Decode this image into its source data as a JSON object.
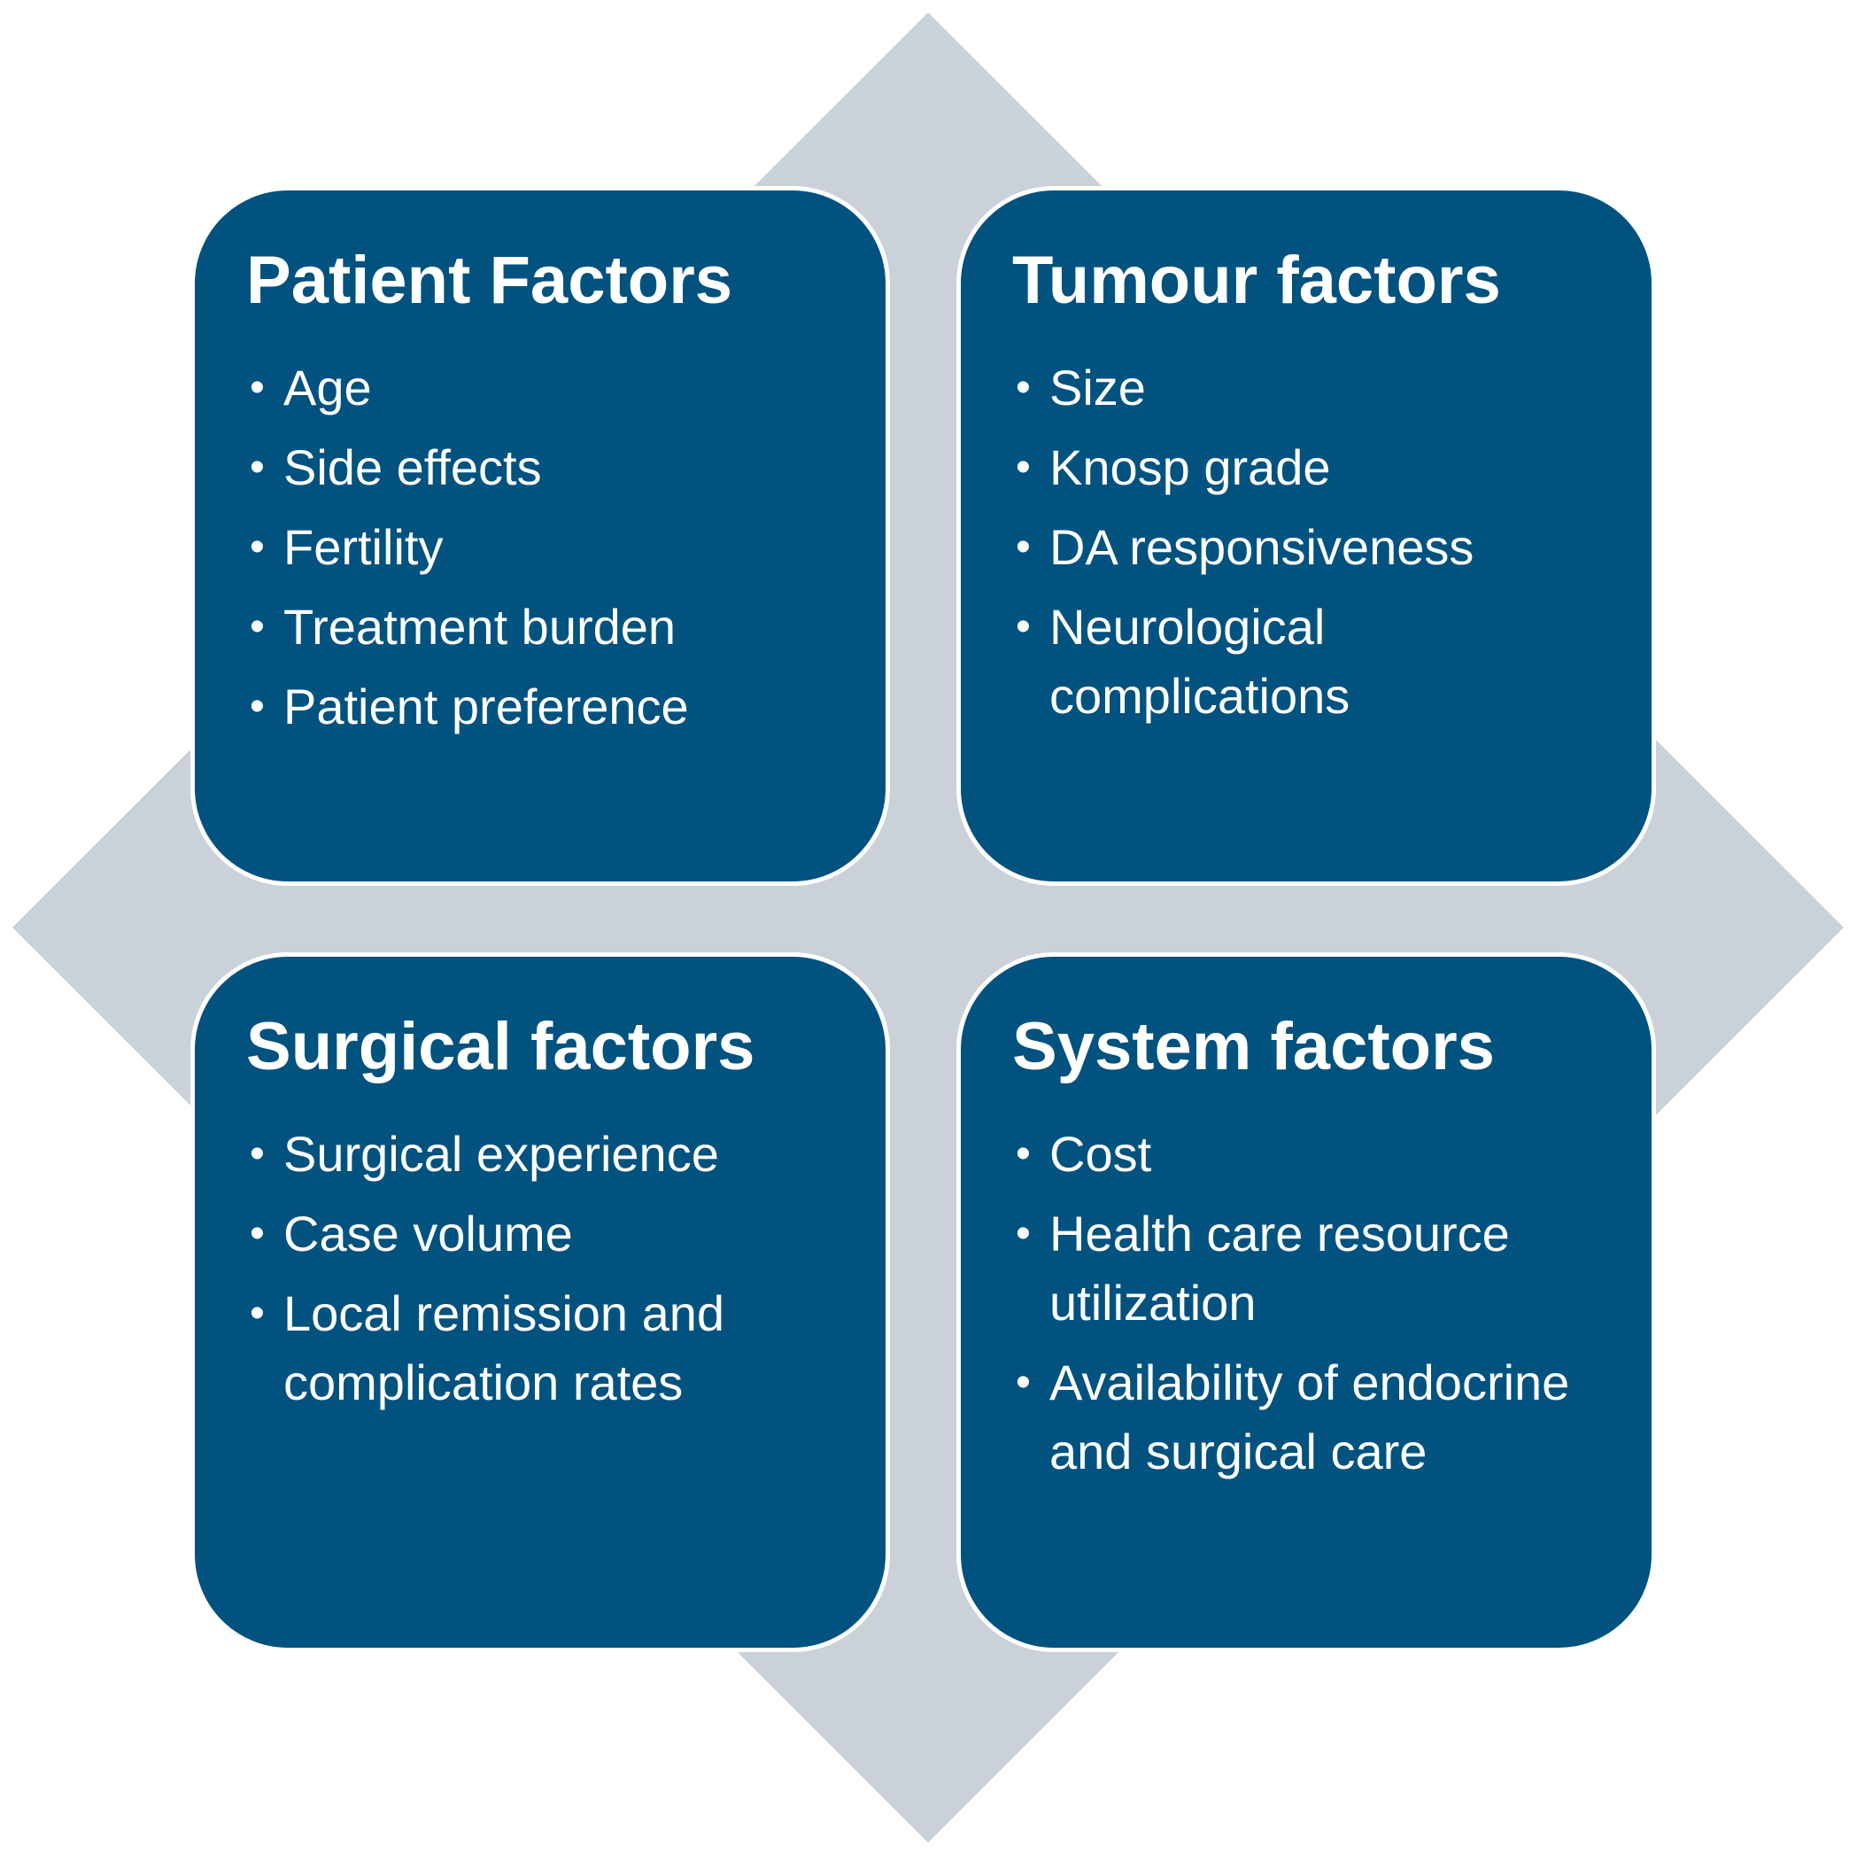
{
  "colors": {
    "card_fill": "#01527F",
    "diamond_fill": "#CBD1D8",
    "text": "#FFFFFF"
  },
  "quadrants": [
    {
      "title": "Patient Factors",
      "items": [
        "Age",
        "Side effects",
        "Fertility",
        "Treatment burden",
        "Patient preference"
      ]
    },
    {
      "title": "Tumour factors",
      "items": [
        "Size",
        "Knosp grade",
        "DA responsiveness",
        "Neurological complications"
      ]
    },
    {
      "title": "Surgical factors",
      "items": [
        "Surgical experience",
        "Case volume",
        "Local remission and complication rates"
      ]
    },
    {
      "title": "System factors",
      "items": [
        "Cost",
        "Health care resource utilization",
        "Availability of endocrine and surgical care"
      ]
    }
  ]
}
